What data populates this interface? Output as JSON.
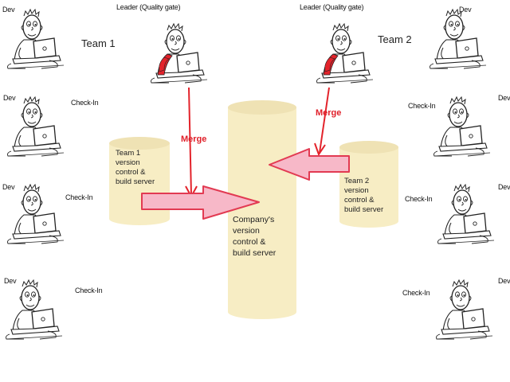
{
  "title": "",
  "teams": {
    "team1": {
      "name": "Team 1",
      "leader": "Leader (Quality gate)"
    },
    "team2": {
      "name": "Team 2",
      "leader": "Leader (Quality gate)"
    }
  },
  "labels": {
    "dev": "Dev",
    "checkin": "Check-In",
    "merge": "Merge"
  },
  "servers": {
    "team1": [
      "Team 1",
      "version",
      "control &",
      "build server"
    ],
    "team2": [
      "Team 2",
      "version",
      "control &",
      "build server"
    ],
    "company": [
      "Company's",
      "version",
      "control &",
      "build server"
    ]
  },
  "colors": {
    "cylinder": "#f7edc4",
    "cylinder_edge": "#ede0b0",
    "merge_line": "#e3232b",
    "big_arrow_fill": "#f7b8c8",
    "big_arrow_stroke": "#e23a52",
    "leader_shirt": "#e3232b"
  },
  "icons": [
    "developer-at-laptop-icon",
    "leader-at-laptop-icon"
  ]
}
